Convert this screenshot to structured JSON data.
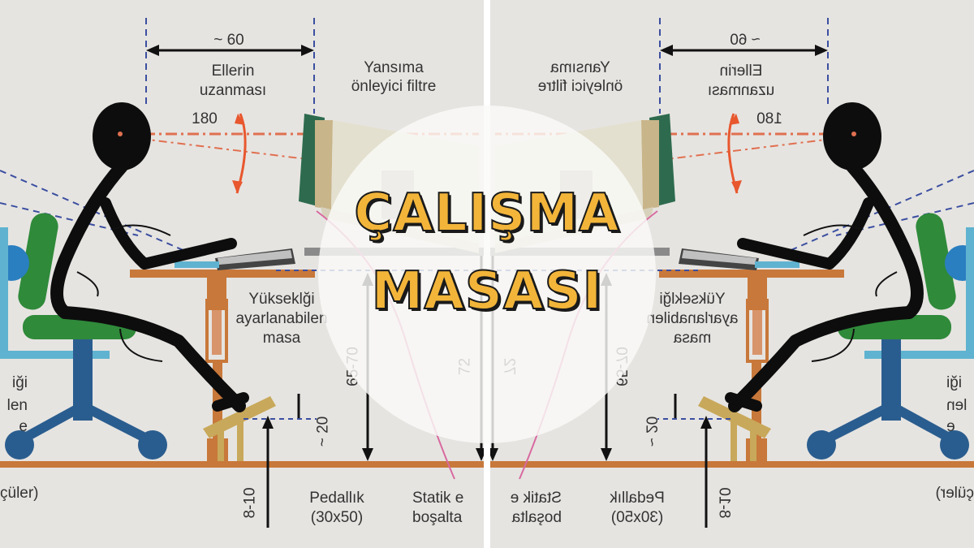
{
  "title": {
    "line1": "ÇALIŞMA",
    "line2": "MASASI"
  },
  "labels": {
    "dim_60": "~ 60",
    "reach": [
      "Ellerin",
      "uzanması"
    ],
    "angle_180": "180",
    "filter": [
      "Yansıma",
      "önleyici filtre"
    ],
    "desk": [
      "Yükseklği",
      "ayarlanabilen",
      "masa"
    ],
    "dim_65_70": "65-70",
    "dim_72": "72",
    "dim_20": "~ 20",
    "dim_8_10": "8-10",
    "pedal": [
      "Pedallık",
      "(30x50)"
    ],
    "static": [
      "Statik e",
      "boşalta"
    ],
    "partial_left": [
      "iği",
      "len",
      "e"
    ],
    "partial_bottom": "çüler)"
  },
  "colors": {
    "background": "#e6e4e1",
    "figure": "#0d0d0d",
    "chair_green": "#2f8a3a",
    "chair_blue": "#2a5d8f",
    "light_blue": "#5fb3d0",
    "desk_brown": "#c8783a",
    "sight_line": "#e07050",
    "dashed_blue": "#3b4fa0",
    "pink_cable": "#d86aa0",
    "title_fill": "#f2b53a"
  },
  "icons": [
    "seated-figure-icon",
    "office-chair-icon",
    "monitor-icon",
    "keyboard-icon",
    "footrest-icon"
  ]
}
